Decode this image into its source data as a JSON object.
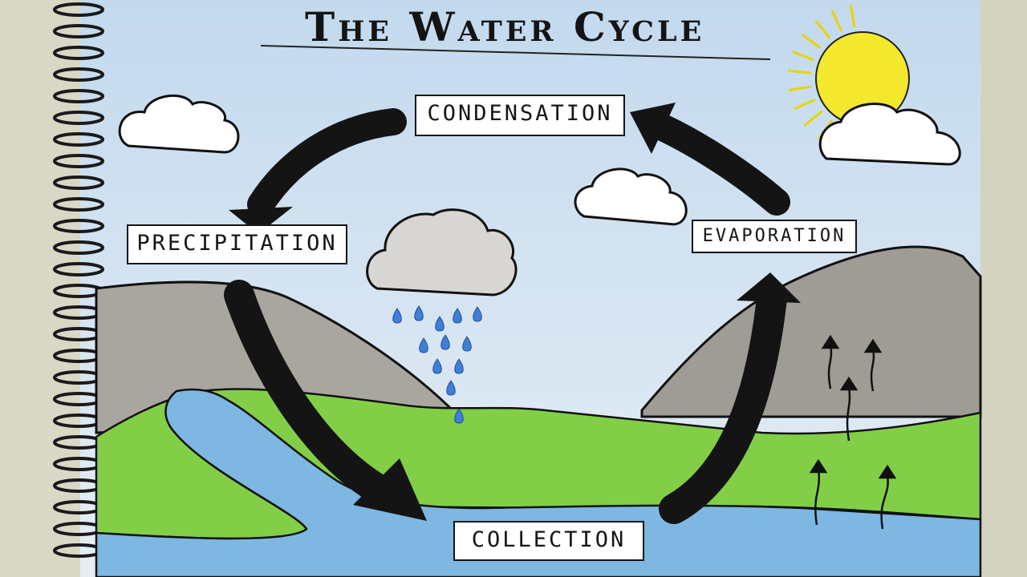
{
  "title": "The Water Cycle",
  "stages": {
    "condensation": "CONDENSATION",
    "precipitation": "PRECIPITATION",
    "evaporation": "EVAPORATION",
    "collection": "COLLECTION"
  },
  "colors": {
    "sky": "#c7dcef",
    "grass": "#7fcd45",
    "water": "#7db7e2",
    "mountain": "#a7a39c",
    "sun": "#f4e82d",
    "arrow": "#141414"
  }
}
